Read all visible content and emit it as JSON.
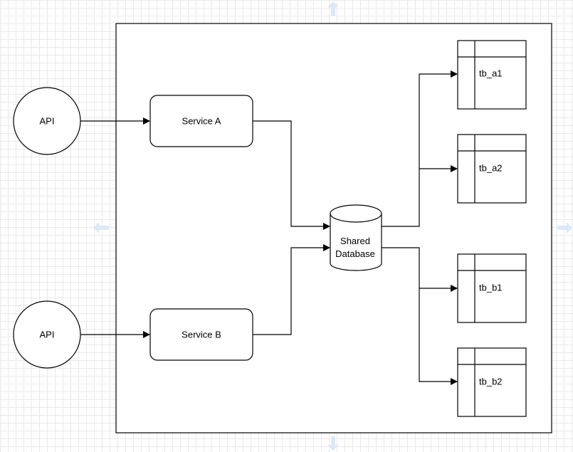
{
  "apis": [
    {
      "label": "API"
    },
    {
      "label": "API"
    }
  ],
  "services": [
    {
      "label": "Service A"
    },
    {
      "label": "Service B"
    }
  ],
  "database": {
    "line1": "Shared",
    "line2": "Database"
  },
  "tables": [
    {
      "label": "tb_a1"
    },
    {
      "label": "tb_a2"
    },
    {
      "label": "tb_b1"
    },
    {
      "label": "tb_b2"
    }
  ],
  "colors": {
    "stroke": "#000000",
    "hint_arrow": "#dbe9f6",
    "grid": "#e9e9e9"
  }
}
